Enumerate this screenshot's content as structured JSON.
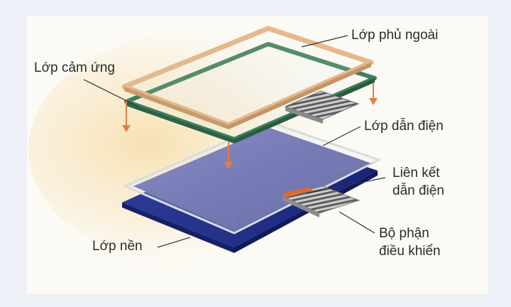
{
  "labels": {
    "outer_cover": "Lớp phủ ngoài",
    "touch_layer": "Lớp cảm ứng",
    "conductive_layer": "Lớp dẫn điện",
    "conductive_link_line1": "Liên kết",
    "conductive_link_line2": "dẫn điện",
    "controller_line1": "Bộ phận",
    "controller_line2": "điều khiển",
    "base_layer": "Lớp nền"
  },
  "colors": {
    "background": "#eef0f7",
    "panel": "#fbfaf4",
    "warm_glow": "#f6dfae",
    "outer_frame": "#e3b98d",
    "touch_frame": "#3f7f5c",
    "glass": "#e9ecef",
    "blue_layer": "#4b4f9e",
    "base_plate": "#1f2f85",
    "arrow": "#e07f40",
    "connector": "#7a7a7a",
    "link_strip": "#e06a2e"
  }
}
